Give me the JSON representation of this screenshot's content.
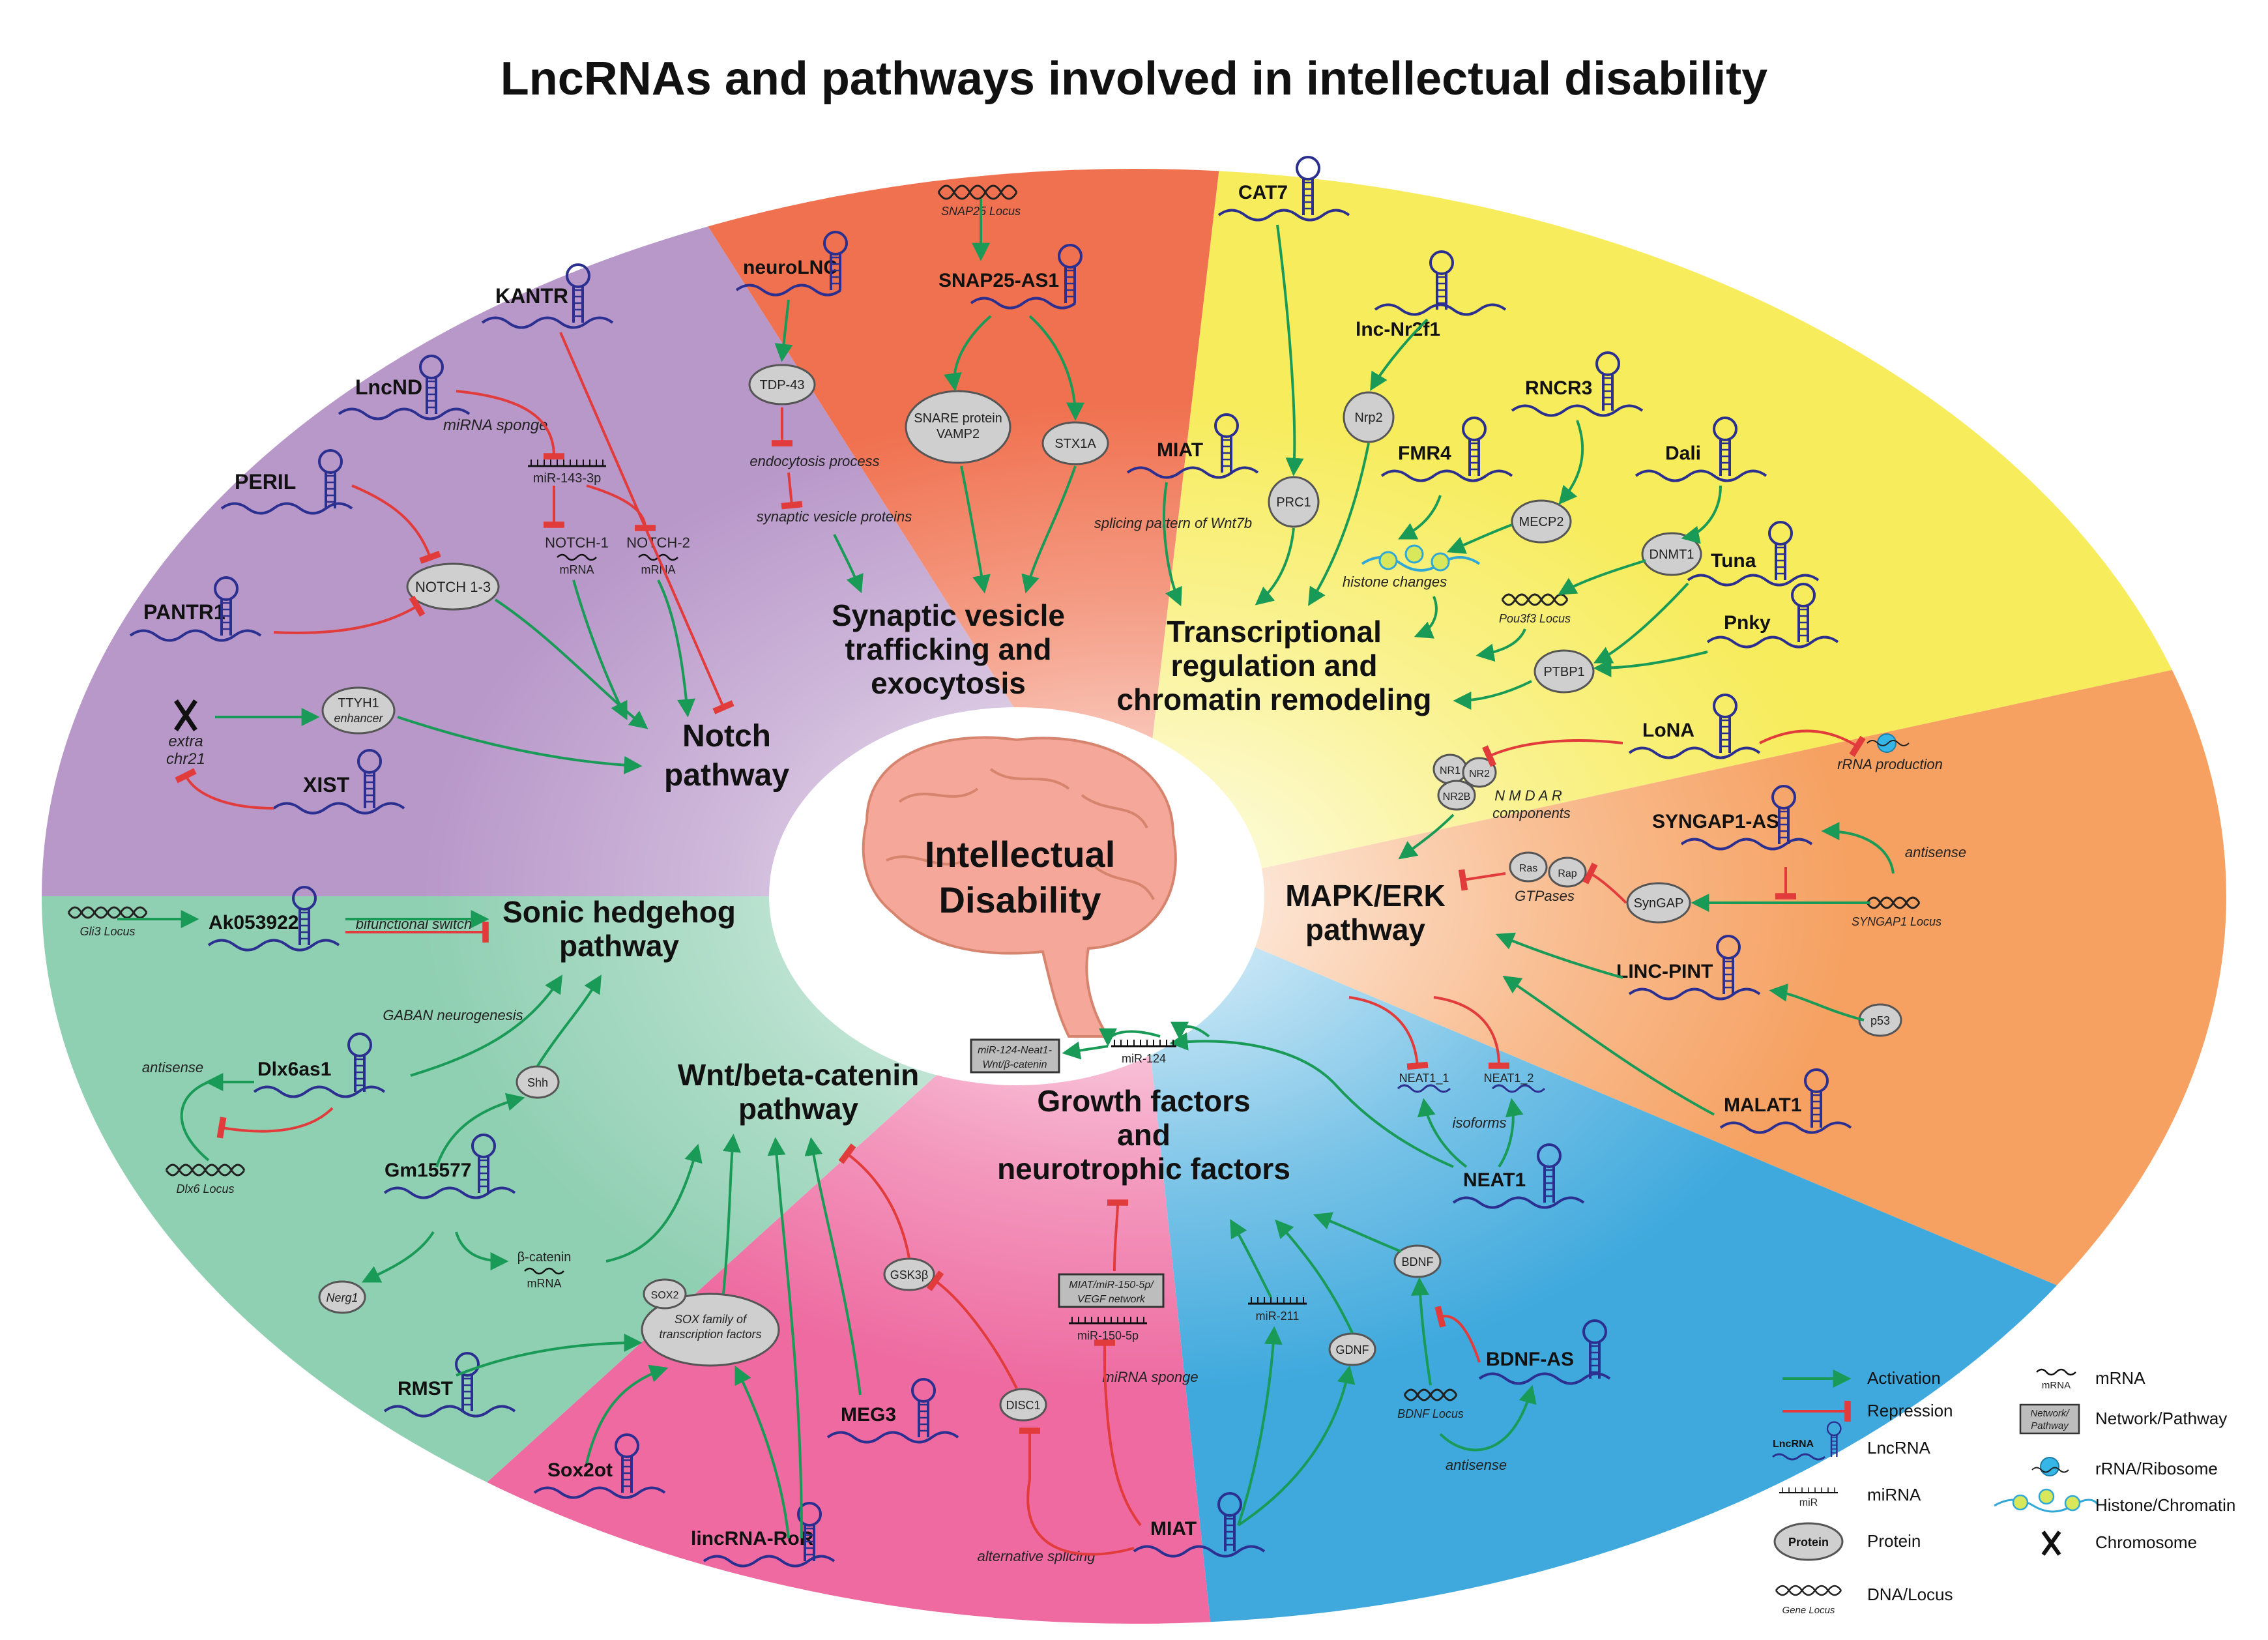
{
  "title": "LncRNAs and pathways involved in intellectual disability",
  "center": {
    "line1": "Intellectual",
    "line2": "Disability"
  },
  "colors": {
    "notch": "#b897c9",
    "synaptic": "#f0714f",
    "transcription": "#f7ec5c",
    "mapk": "#f6a162",
    "growth": "#3fa9dd",
    "wnt": "#ee6aa0",
    "sonic": "#8fcfb2",
    "activation": "#1a9a57",
    "repression": "#e23b3b",
    "lncrna": "#2b2f8f"
  },
  "pathways": {
    "notch": [
      "Notch",
      "pathway"
    ],
    "synaptic": [
      "Synaptic vesicle",
      "trafficking and",
      "exocytosis"
    ],
    "transcription": [
      "Transcriptional",
      "regulation and",
      "chromatin remodeling"
    ],
    "mapk": [
      "MAPK/ERK",
      "pathway"
    ],
    "growth": [
      "Growth factors",
      "and",
      "neurotrophic factors"
    ],
    "wnt": [
      "Wnt/beta-catenin",
      "pathway"
    ],
    "sonic": [
      "Sonic hedgehog",
      "pathway"
    ]
  },
  "lncrnas": {
    "kantr": "KANTR",
    "lncnd": "LncND",
    "peril": "PERIL",
    "pantr1": "PANTR1",
    "xist": "XIST",
    "neurolnc": "neuroLNC",
    "snap25as1": "SNAP25-AS1",
    "cat7": "CAT7",
    "lncnr2f1": "lnc-Nr2f1",
    "rncr3": "RNCR3",
    "miat_t": "MIAT",
    "fmr4": "FMR4",
    "dali": "Dali",
    "tuna": "Tuna",
    "pnky": "Pnky",
    "lona": "LoNA",
    "syngap1as": "SYNGAP1-AS",
    "lincpint": "LINC-PINT",
    "malat1": "MALAT1",
    "neat1": "NEAT1",
    "bdnfas": "BDNF-AS",
    "miat_g": "MIAT",
    "rmst": "RMST",
    "sox2ot": "Sox2ot",
    "lincror": "lincRNA-RoR",
    "meg3": "MEG3",
    "ak053922": "Ak053922",
    "dlx6as1": "Dlx6as1",
    "gm15577": "Gm15577"
  },
  "proteins": {
    "notch13": "NOTCH 1-3",
    "ttyh1": "TTYH1",
    "ttyh1_sub": "enhancer",
    "tdp43": "TDP-43",
    "snare1": "SNARE protein",
    "snare2": "VAMP2",
    "stx1a": "STX1A",
    "prc1": "PRC1",
    "nrp2": "Nrp2",
    "mecp2": "MECP2",
    "dnmt1": "DNMT1",
    "ptbp1": "PTBP1",
    "nr1": "NR1",
    "nr2": "NR2",
    "nr2b": "NR2B",
    "ras": "Ras",
    "rap": "Rap",
    "syngap": "SynGAP",
    "p53": "p53",
    "bdnf": "BDNF",
    "gdnf": "GDNF",
    "sox2": "SOX2",
    "sox_family1": "SOX family of",
    "sox_family2": "transcription factors",
    "gsk3b": "GSK3β",
    "disc1": "DISC1",
    "shh": "Shh",
    "nerg1": "Nerg1"
  },
  "mirnas": {
    "mir143": "miR-143-3p",
    "mir124": "miR-124",
    "mir150": "miR-150-5p",
    "mir211": "miR-211"
  },
  "mrnas": {
    "notch1": "NOTCH-1",
    "notch2": "NOTCH-2",
    "mrna": "mRNA",
    "neat1_1": "NEAT1_1",
    "neat1_2": "NEAT1_2",
    "bcatenin": "β-catenin"
  },
  "loci": {
    "snap25": "SNAP25 Locus",
    "pou3f3": "Pou3f3 Locus",
    "syngap1": "SYNGAP1 Locus",
    "bdnf": "BDNF Locus",
    "gli3": "Gli3 Locus",
    "dlx6": "Dlx6 Locus"
  },
  "networks": {
    "neat1net": [
      "miR-124-Neat1-",
      "Wnt/β-catenin"
    ],
    "miatnet": [
      "MIAT/miR-150-5p/",
      "VEGF network"
    ]
  },
  "notes": {
    "mirna_sponge1": "miRNA sponge",
    "extra_chr21_1": "extra",
    "extra_chr21_2": "chr21",
    "endocytosis": "endocytosis process",
    "synaptic_proteins": "synaptic vesicle proteins",
    "splicing_wnt7b": "splicing pattern of Wnt7b",
    "histone_changes": "histone changes",
    "rrna_production": "rRNA production",
    "nmdar": "N M D A R",
    "components": "components",
    "gtpases": "GTPases",
    "antisense_syn": "antisense",
    "isoforms": "isoforms",
    "mirna_sponge2": "miRNA sponge",
    "antisense_bdnf": "antisense",
    "alt_splicing": "alternative splicing",
    "bifunctional": "bifunctional switch",
    "gaban": "GABAN neurogenesis",
    "antisense_dlx": "antisense"
  },
  "legend": {
    "activation": "Activation",
    "repression": "Repression",
    "lncrna": "LncRNA",
    "lncrna_sym": "LncRNA",
    "mirna": "miRNA",
    "mirna_sym": "miR",
    "protein": "Protein",
    "protein_sym": "Protein",
    "dna": "DNA/Locus",
    "dna_sym": "Gene Locus",
    "mrna": "mRNA",
    "mrna_sym": "mRNA",
    "network": "Network/Pathway",
    "network_sym1": "Network/",
    "network_sym2": "Pathway",
    "rrna": "rRNA/Ribosome",
    "histone": "Histone/Chromatin",
    "chromosome": "Chromosome"
  }
}
